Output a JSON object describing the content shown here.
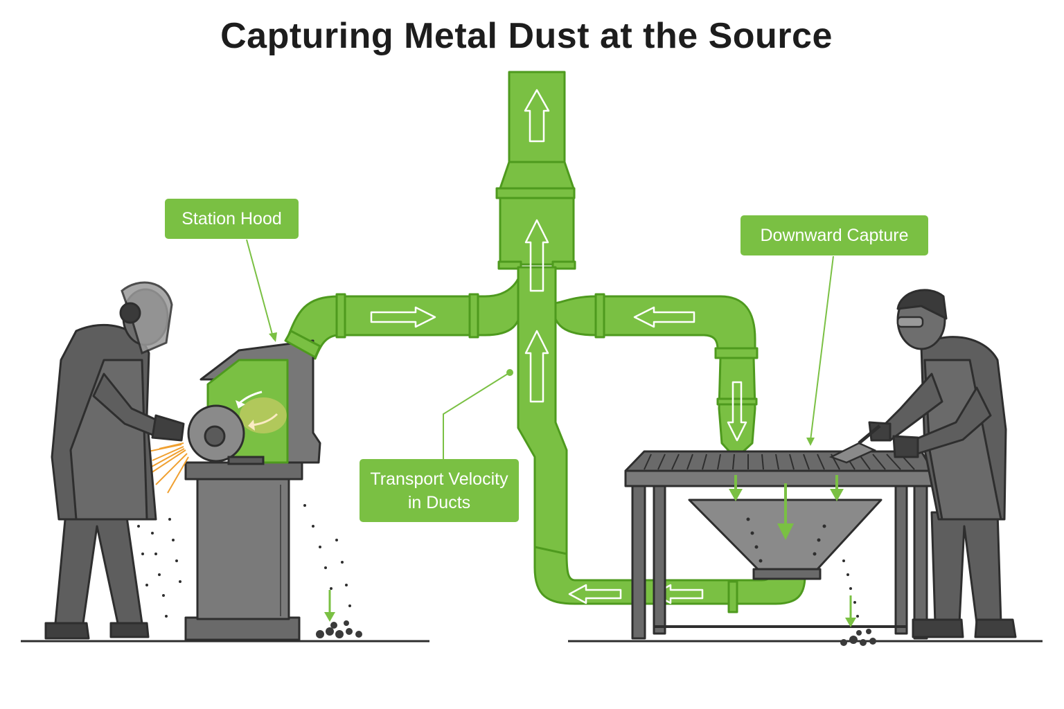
{
  "title": "Capturing Metal Dust at the Source",
  "callouts": {
    "station_hood": "Station Hood",
    "downward_capture": "Downward Capture",
    "transport_velocity_line1": "Transport Velocity",
    "transport_velocity_line2": "in Ducts"
  },
  "colors": {
    "accent": "#7ac043",
    "accent_dark": "#4e9a1e",
    "worker_fill": "#5e5e5e",
    "metal": "#7a7a7a",
    "outline": "#2e2e2e",
    "sparks": "#f0a030"
  }
}
